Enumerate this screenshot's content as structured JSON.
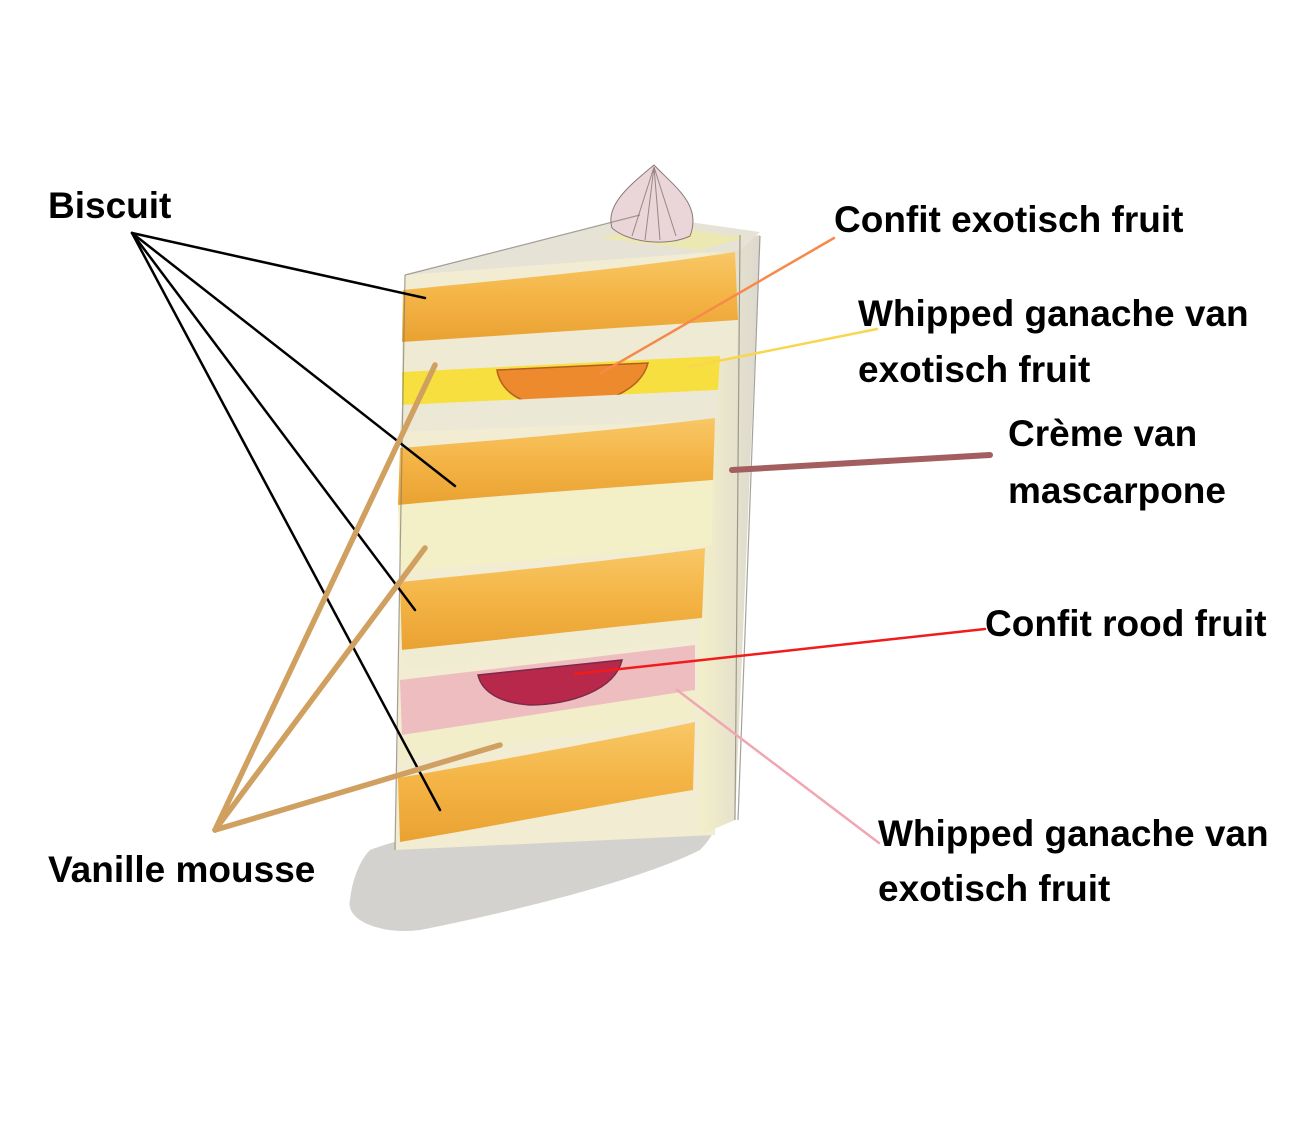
{
  "diagram": {
    "subject": "Cake slice cross-section",
    "labels": {
      "biscuit": "Biscuit",
      "vanille_mousse": "Vanille mousse",
      "confit_exotisch": "Confit exotisch fruit",
      "ganache_top_line1": "Whipped ganache van",
      "ganache_top_line2": "exotisch fruit",
      "creme_line1": "Crème van",
      "creme_line2": "mascarpone",
      "confit_rood": "Confit rood fruit",
      "ganache_bottom_line1": "Whipped ganache van",
      "ganache_bottom_line2": "exotisch fruit"
    },
    "leader_colors": {
      "biscuit": "#000000",
      "vanille_mousse": "#d0a060",
      "confit_exotisch": "#f7894a",
      "ganache_top": "#f9d650",
      "creme": "#a35f5f",
      "confit_rood": "#f21b1b",
      "ganache_bottom": "#f0a6b3"
    },
    "layer_colors": {
      "biscuit": "#f4b445",
      "mousse": "#f2ecc8",
      "ganache_exotic": "#f7e040",
      "ganache_red": "#edbcc0",
      "confit_exotic": "#ef8b2c",
      "confit_red": "#b92a4a",
      "shadow": "#c9c6c2",
      "side": "#efeee0",
      "meringue": "#e8d3d6"
    }
  }
}
